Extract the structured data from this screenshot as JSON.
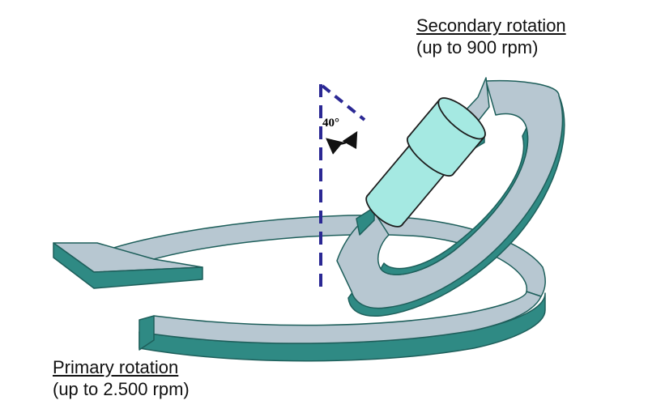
{
  "labels": {
    "secondary": {
      "title": "Secondary rotation",
      "detail": "(up to 900 rpm)"
    },
    "primary": {
      "title": "Primary rotation",
      "detail": "(up to 2.500 rpm)"
    },
    "tilt_angle": "40°"
  },
  "colors": {
    "ring_side": "#2f8a84",
    "ring_top": "#b7c7d1",
    "ring_outline": "#1e5f5b",
    "vial_body": "#a5e9e2",
    "vial_outline": "#1d1d1d",
    "axis_line": "#2b2894",
    "text": "#111111"
  }
}
